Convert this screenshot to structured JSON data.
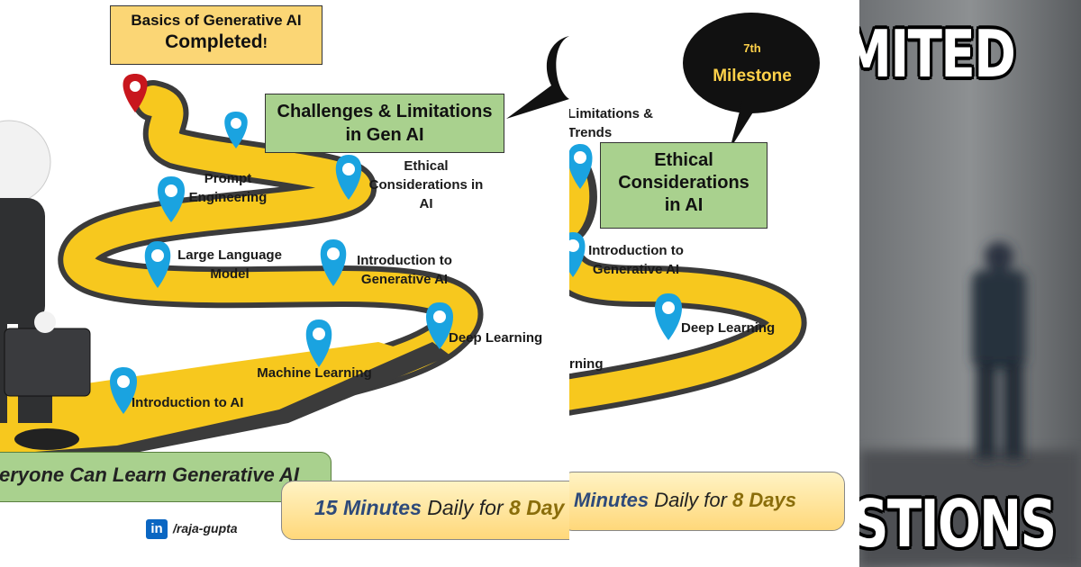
{
  "panel1": {
    "completed_box": {
      "line1": "Basics of Generative  AI",
      "line2": "Completed",
      "mark": "!"
    },
    "challenges_box": {
      "line1": "Challenges & Limitations",
      "line2": "in Gen AI"
    },
    "milestones": [
      {
        "text": "Prompt\nEngineering"
      },
      {
        "text": "Ethical\nConsiderations in\nAI"
      },
      {
        "text": "Large Language\nModel"
      },
      {
        "text": "Introduction to\nGenerative  AI"
      },
      {
        "text": "Deep Learning"
      },
      {
        "text": "Machine Learning"
      },
      {
        "text": "Introduction to AI"
      }
    ],
    "banner": "eryone Can Learn Generative AI",
    "pill": {
      "part1": "15 Minutes",
      "part2": " Daily for ",
      "part3": "8 Day"
    },
    "linkedin": {
      "icon": "in",
      "handle": "/raja-gupta"
    }
  },
  "panel2": {
    "bubble": {
      "line1": "7th",
      "line2": "Milestone"
    },
    "top_label": "Limitations &\nTrends",
    "ethical_box": {
      "line1": "Ethical",
      "line2": "Considerations",
      "line3": "in AI"
    },
    "intro_label": "Introduction to\nGenerative  AI",
    "deep_label": "Deep Learning",
    "ml_label": "rning",
    "pill": {
      "part1": "Minutes",
      "part2": " Daily for ",
      "part3": "8 Days"
    }
  },
  "panel3": {
    "top_text": "MITED",
    "bottom_text": "STIONS"
  },
  "colors": {
    "road": "#f7c81e",
    "road_edge": "#3b3b3b",
    "pin": "#1aa3e0",
    "red_pin": "#c8161d",
    "green": "#a9d18e",
    "yellow": "#fbd675"
  }
}
